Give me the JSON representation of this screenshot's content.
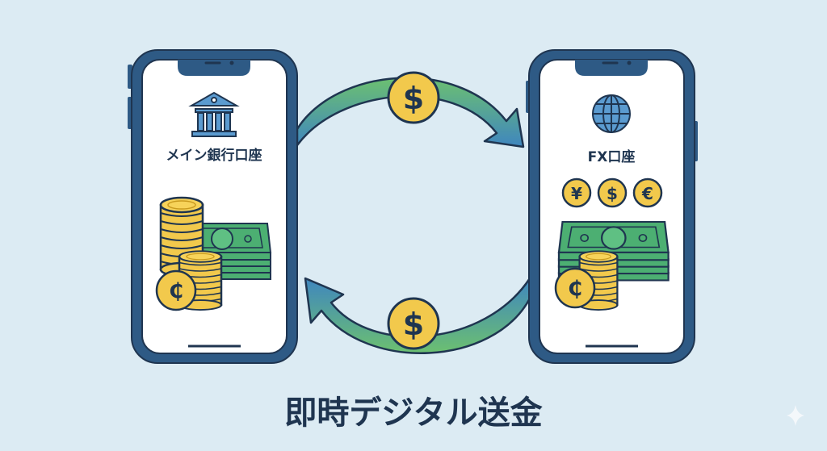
{
  "left_phone": {
    "label": "メイン銀行口座",
    "icon": "bank-icon",
    "coin_symbol": "₵"
  },
  "right_phone": {
    "label": "FX口座",
    "icon": "globe-icon",
    "currency_coins": [
      "¥",
      "$",
      "€"
    ],
    "coin_symbol": "₵"
  },
  "transfer_coins": {
    "top": "$",
    "bottom": "$"
  },
  "title": "即時デジタル送金",
  "colors": {
    "background": "#dcebf3",
    "phone_frame": "#2e5a85",
    "arrow_green": "#5bb36a",
    "arrow_blue": "#3f86bf",
    "coin": "#f2c94c",
    "cash": "#4caf72",
    "text": "#1f3550"
  }
}
